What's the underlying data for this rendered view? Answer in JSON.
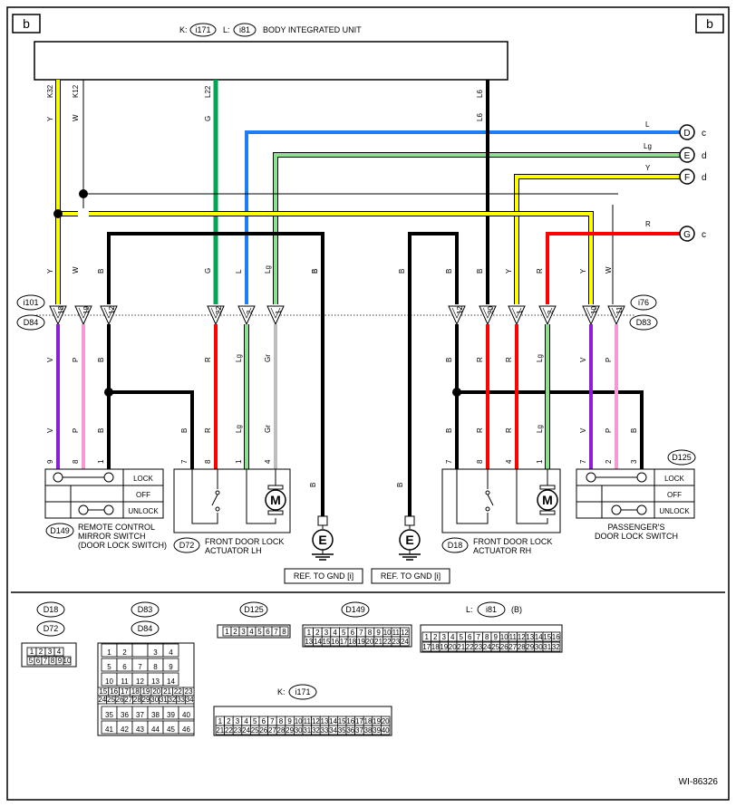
{
  "page": {
    "corner_left": "b",
    "corner_right": "b",
    "footer_id": "WI-86326"
  },
  "bcm": {
    "k_prefix": "K:",
    "k_conn": "i171",
    "l_prefix": "L:",
    "l_conn": "i81",
    "title": "BODY INTEGRATED UNIT",
    "pins": [
      "K32",
      "K12",
      "L22",
      "L6"
    ]
  },
  "wires_top": [
    "Y",
    "W",
    "G",
    "L",
    "Lg",
    "Y",
    "R",
    "L6"
  ],
  "connectors_right": [
    {
      "letter": "D",
      "sub": "c",
      "wire": "L"
    },
    {
      "letter": "E",
      "sub": "d",
      "wire": "Lg"
    },
    {
      "letter": "F",
      "sub": "d",
      "wire": "Y"
    },
    {
      "letter": "G",
      "sub": "c",
      "wire": "R"
    }
  ],
  "joint_left": {
    "top": "i101",
    "bottom": "D84"
  },
  "joint_right": {
    "top": "i76",
    "bottom": "D83"
  },
  "jc_left_pins": [
    "18",
    "19",
    "12",
    "22",
    "2",
    "1"
  ],
  "jc_right_pins": [
    "12",
    "20",
    "1",
    "2",
    "10",
    "11"
  ],
  "jc_left_top_wires": [
    "Y",
    "W",
    "B",
    "G",
    "L",
    "Lg",
    "B"
  ],
  "jc_right_top_wires": [
    "B",
    "B",
    "B",
    "Y",
    "R",
    "Y",
    "W"
  ],
  "jc_left_bottom_wires": [
    "V",
    "P",
    "B",
    "R",
    "Lg",
    "Gr",
    "B"
  ],
  "jc_right_bottom_wires": [
    "B",
    "R",
    "R",
    "Lg",
    "V",
    "P"
  ],
  "comp_left_wires": [
    "V",
    "P",
    "B",
    "B",
    "R",
    "Lg",
    "Gr"
  ],
  "comp_left_pins": [
    "9",
    "8",
    "1",
    "7",
    "8",
    "1",
    "4"
  ],
  "comp_right_wires": [
    "B",
    "R",
    "R",
    "Lg",
    "V",
    "P",
    "B"
  ],
  "comp_right_pins": [
    "7",
    "8",
    "4",
    "1",
    "7",
    "2",
    "3"
  ],
  "switch_labels": [
    "LOCK",
    "OFF",
    "UNLOCK"
  ],
  "left_switch": {
    "conn": "D149",
    "lines": [
      "REMOTE CONTROL",
      "MIRROR SWITCH",
      "(DOOR LOCK SWITCH)"
    ]
  },
  "left_actuator": {
    "conn": "D72",
    "lines": [
      "FRONT DOOR LOCK",
      "ACTUATOR LH"
    ]
  },
  "right_actuator": {
    "conn": "D18",
    "lines": [
      "FRONT DOOR LOCK",
      "ACTUATOR RH"
    ]
  },
  "right_switch": {
    "conn": "D125",
    "lines": [
      "PASSENGER'S",
      "DOOR LOCK SWITCH"
    ]
  },
  "motor": "M",
  "ground": {
    "letter": "E",
    "wire": "B",
    "ref": "REF. TO GND [i]"
  },
  "wire_colors": {
    "Y": "#ffff00",
    "G": "#00a651",
    "L": "#1e7ef5",
    "Lg": "#8de08d",
    "B": "#000000",
    "R": "#ff0000",
    "V": "#8a1fd6",
    "P": "#f59ad6",
    "Gr": "#bdbdbd",
    "W": "#ffffff"
  },
  "legend": {
    "d18": "D18",
    "d72": "D72",
    "d83": "D83",
    "d84": "D84",
    "d125": "D125",
    "d149": "D149",
    "l_prefix": "L:",
    "l_conn": "i81",
    "l_suffix": "(B)",
    "k_prefix": "K:",
    "k_conn": "i171",
    "d18_pins": [
      [
        "1",
        "2",
        "3",
        "4"
      ],
      [
        "5",
        "6",
        "7",
        "8",
        "9",
        "10"
      ]
    ],
    "d83_pins": [
      [
        "1",
        "2",
        "",
        "3",
        "4"
      ],
      [
        "5",
        "6",
        "7",
        "8",
        "9"
      ],
      [
        "10",
        "11",
        "12",
        "13",
        "14"
      ],
      [
        "15",
        "16",
        "17",
        "18",
        "19",
        "20",
        "21",
        "22",
        "23"
      ],
      [
        "24",
        "25",
        "26",
        "27",
        "28",
        "29",
        "30",
        "31",
        "32",
        "33",
        "34"
      ],
      [
        "35",
        "36",
        "37",
        "38",
        "39",
        "40"
      ],
      [
        "41",
        "42",
        "43",
        "44",
        "45",
        "46"
      ]
    ],
    "d125_pins": [
      "1",
      "2",
      "3",
      "4",
      "5",
      "6",
      "7",
      "8"
    ],
    "d149_pins": [
      [
        "1",
        "2",
        "3",
        "4",
        "5",
        "6",
        "7",
        "8",
        "9",
        "10",
        "11",
        "12"
      ],
      [
        "13",
        "14",
        "15",
        "16",
        "17",
        "18",
        "19",
        "20",
        "21",
        "22",
        "23",
        "24"
      ]
    ],
    "i81_pins": [
      [
        "1",
        "2",
        "3",
        "4",
        "5",
        "6",
        "7",
        "8",
        "9",
        "10",
        "11",
        "12",
        "13",
        "14",
        "15",
        "16"
      ],
      [
        "17",
        "18",
        "19",
        "20",
        "21",
        "22",
        "23",
        "24",
        "25",
        "26",
        "27",
        "28",
        "29",
        "30",
        "31",
        "32"
      ]
    ],
    "i171_pins": [
      [
        "1",
        "2",
        "3",
        "4",
        "5",
        "6",
        "7",
        "8",
        "9",
        "10",
        "11",
        "12",
        "13",
        "14",
        "15",
        "16",
        "17",
        "18",
        "19",
        "20"
      ],
      [
        "21",
        "22",
        "23",
        "24",
        "25",
        "26",
        "27",
        "28",
        "29",
        "30",
        "31",
        "32",
        "33",
        "34",
        "35",
        "36",
        "37",
        "38",
        "39",
        "40"
      ]
    ]
  }
}
